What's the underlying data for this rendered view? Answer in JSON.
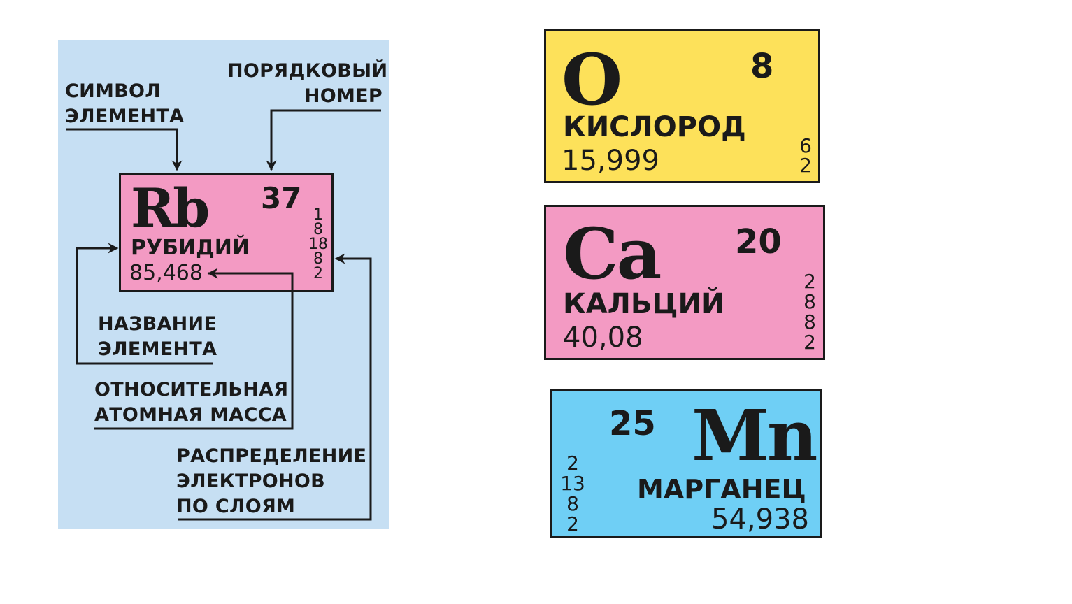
{
  "legend": {
    "symbol_label": "СИМВОЛ\nЭЛЕМЕНТА",
    "number_label": "ПОРЯДКОВЫЙ\nНОМЕР",
    "name_label": "НАЗВАНИЕ\nЭЛЕМЕНТА",
    "mass_label": "ОТНОСИТЕЛЬНАЯ\nАТОМНАЯ МАССА",
    "shells_label": "РАСПРЕДЕЛЕНИЕ\nЭЛЕКТРОНОВ\nПО СЛОЯМ",
    "example": {
      "symbol": "Rb",
      "number": "37",
      "name": "РУБИДИЙ",
      "mass": "85,468",
      "shells": [
        "1",
        "8",
        "18",
        "8",
        "2"
      ],
      "color": "#f39ac3"
    }
  },
  "elements": [
    {
      "symbol": "O",
      "number": "8",
      "name": "КИСЛОРОД",
      "mass": "15,999",
      "shells": [
        "6",
        "2"
      ],
      "color": "#fde15a"
    },
    {
      "symbol": "Ca",
      "number": "20",
      "name": "КАЛЬЦИЙ",
      "mass": "40,08",
      "shells": [
        "2",
        "8",
        "8",
        "2"
      ],
      "color": "#f39ac3"
    },
    {
      "symbol": "Mn",
      "number": "25",
      "name": "МАРГАНЕЦ",
      "mass": "54,938",
      "shells": [
        "2",
        "13",
        "8",
        "2"
      ],
      "color": "#6fcff5"
    }
  ]
}
